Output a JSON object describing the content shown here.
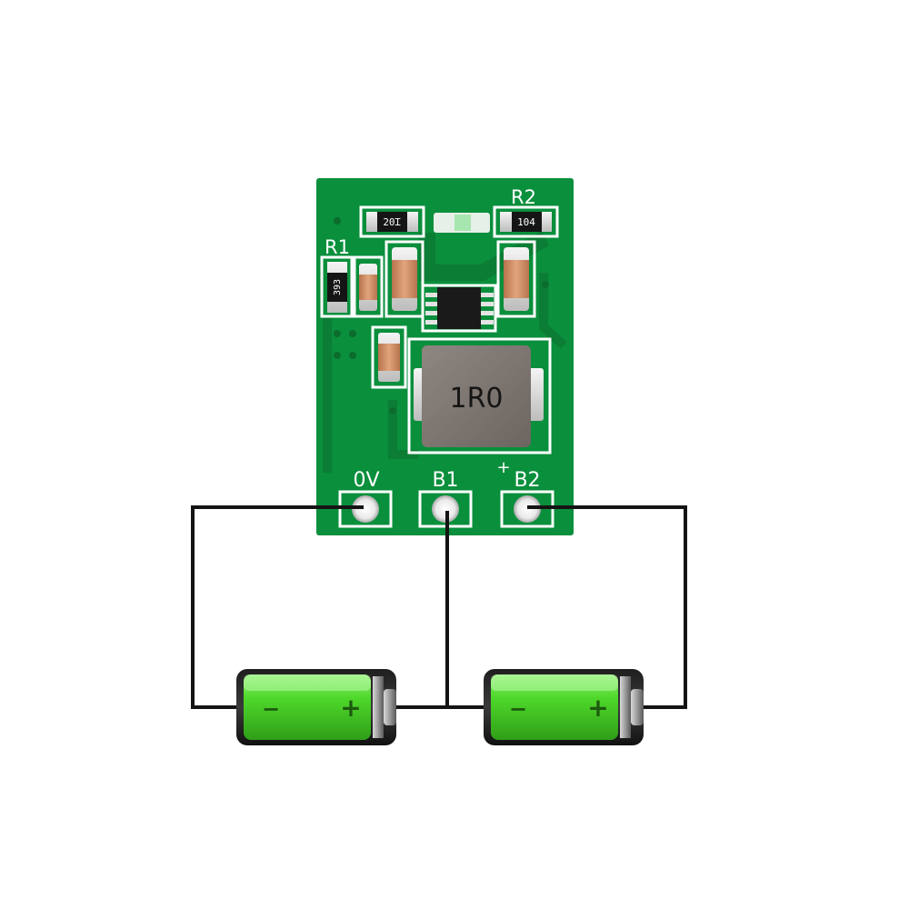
{
  "board": {
    "color": "#0a8f3c",
    "silkscreen_color": "#ffffff",
    "labels": {
      "r1": "R1",
      "r2": "R2",
      "r1_code": "393",
      "r_top_code": "20Ɪ",
      "r2_code": "104",
      "inductor_code": "1R0",
      "pad_0v": "0V",
      "pad_b1": "B1",
      "pad_b2": "B2",
      "plus": "+"
    }
  },
  "batteries": [
    {
      "minus": "−",
      "plus": "+",
      "fill_color": "#43d31f"
    },
    {
      "minus": "−",
      "plus": "+",
      "fill_color": "#43d31f"
    }
  ],
  "wire_color": "#141414"
}
